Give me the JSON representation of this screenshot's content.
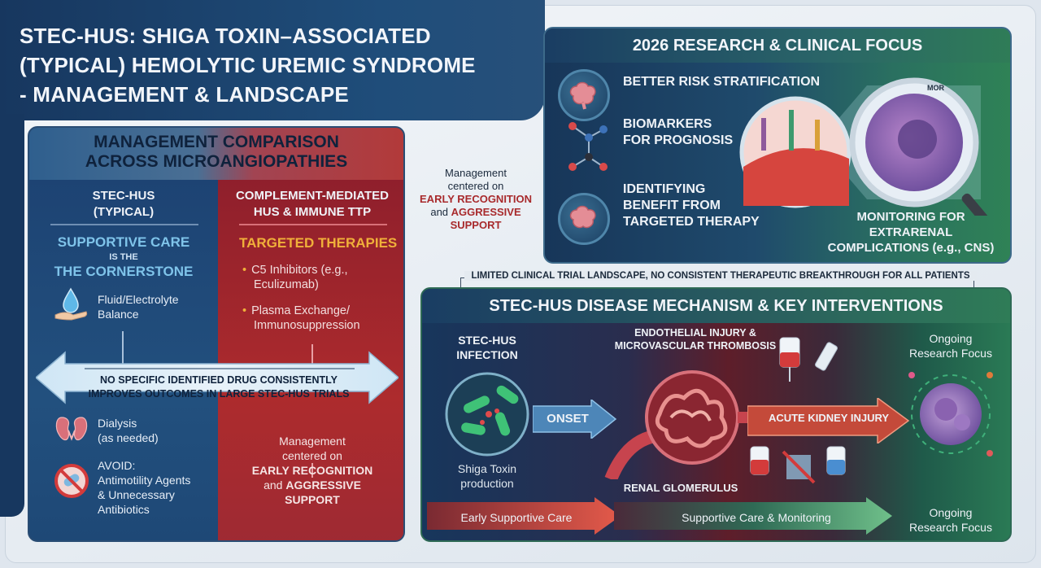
{
  "title": {
    "line1": "STEC-HUS: SHIGA TOXIN–ASSOCIATED",
    "line2": "(TYPICAL) HEMOLYTIC UREMIC SYNDROME",
    "line3": "- MANAGEMENT & LANDSCAPE"
  },
  "management": {
    "heading_line1": "MANAGEMENT COMPARISON",
    "heading_line2": "ACROSS MICROANGIOPATHIES",
    "left": {
      "title_line1": "STEC-HUS",
      "title_line2": "(TYPICAL)",
      "support_line1": "SUPPORTIVE CARE",
      "support_line2": "IS THE",
      "support_line3": "THE CORNERSTONE",
      "fluid_line1": "Fluid/Electrolyte",
      "fluid_line2": "Balance",
      "dialysis_line1": "Dialysis",
      "dialysis_line2": "(as needed)",
      "avoid_label": "AVOID:",
      "avoid_line1": "Antimotility Agents",
      "avoid_line2": "& Unnecessary",
      "avoid_line3": "Antibiotics"
    },
    "right": {
      "title_line1": "COMPLEMENT-MEDIATED",
      "title_line2": "HUS & IMMUNE TTP",
      "targeted": "TARGETED THERAPIES",
      "bullet1_line1": "C5 Inhibitors (e.g.,",
      "bullet1_line2": "Eculizumab)",
      "bullet2_line1": "Plasma Exchange/",
      "bullet2_line2": "Immunosuppression",
      "mgmt_line1": "Management",
      "mgmt_line2": "centered on",
      "mgmt_line3": "EARLY RECOGNITION",
      "mgmt_line4a": "and",
      "mgmt_line4b": "AGGRESSIVE",
      "mgmt_line5": "SUPPORT"
    },
    "arrow_line1": "NO SPECIFIC IDENTIFIED DRUG CONSISTENTLY",
    "arrow_line2": "IMPROVES OUTCOMES IN LARGE STEC-HUS TRIALS"
  },
  "middle_note": {
    "line1": "Management",
    "line2": "centered on",
    "line3": "EARLY RECOGNITION",
    "line4a": "and",
    "line4b": "AGGRESSIVE",
    "line5": "SUPPORT"
  },
  "research": {
    "heading": "2026 RESEARCH & CLINICAL FOCUS",
    "item1": "BETTER RISK STRATIFICATION",
    "item2_line1": "BIOMARKERS",
    "item2_line2": "FOR PROGNOSIS",
    "item3_line1": "IDENTIFYING",
    "item3_line2": "BENEFIT FROM",
    "item3_line3": "TARGETED THERAPY",
    "monitor_line1": "MONITORING FOR",
    "monitor_line2": "EXTRARENAL",
    "monitor_line3": "COMPLICATIONS (e.g., CNS)",
    "mor_label": "MOR"
  },
  "limited_banner": "LIMITED CLINICAL TRIAL LANDSCAPE, NO CONSISTENT THERAPEUTIC BREAKTHROUGH FOR ALL PATIENTS",
  "mechanism": {
    "heading": "STEC-HUS DISEASE MECHANISM & KEY INTERVENTIONS",
    "infection_line1": "STEC-HUS",
    "infection_line2": "INFECTION",
    "toxin_line1": "Shiga Toxin",
    "toxin_line2": "production",
    "onset": "ONSET",
    "injury_line1": "ENDOTHELIAL INJURY &",
    "injury_line2": "MICROVASCULAR THROMBOSIS",
    "aki": "ACUTE KIDNEY INJURY",
    "glomerulus": "RENAL GLOMERULUS",
    "ongoing_top_line1": "Ongoing",
    "ongoing_top_line2": "Research Focus",
    "early_care": "Early Supportive Care",
    "care_monitoring": "Supportive Care & Monitoring",
    "ongoing_bottom_line1": "Ongoing",
    "ongoing_bottom_line2": "Research Focus"
  }
}
